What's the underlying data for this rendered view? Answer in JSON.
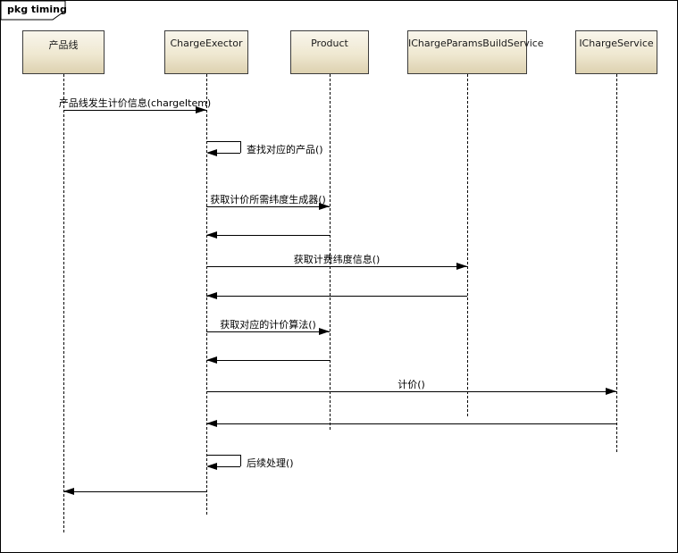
{
  "frame": {
    "label": "pkg timing"
  },
  "lifelines": [
    {
      "name": "产品线"
    },
    {
      "name": "ChargeExector"
    },
    {
      "name": "Product"
    },
    {
      "name": "IChargeParamsBuildService"
    },
    {
      "name": "IChargeService"
    }
  ],
  "messages": [
    {
      "from": "产品线",
      "to": "ChargeExector",
      "label": "产品线发生计价信息(chargeItem)",
      "kind": "call"
    },
    {
      "on": "ChargeExector",
      "label": "查找对应的产品()",
      "kind": "self"
    },
    {
      "from": "ChargeExector",
      "to": "Product",
      "label": "获取计价所需纬度生成器()",
      "kind": "call"
    },
    {
      "from": "Product",
      "to": "ChargeExector",
      "label": "",
      "kind": "return"
    },
    {
      "from": "ChargeExector",
      "to": "IChargeParamsBuildService",
      "label": "获取计费纬度信息()",
      "kind": "call"
    },
    {
      "from": "IChargeParamsBuildService",
      "to": "ChargeExector",
      "label": "",
      "kind": "return"
    },
    {
      "from": "ChargeExector",
      "to": "Product",
      "label": "获取对应的计价算法()",
      "kind": "call"
    },
    {
      "from": "Product",
      "to": "ChargeExector",
      "label": "",
      "kind": "return"
    },
    {
      "from": "ChargeExector",
      "to": "IChargeService",
      "label": "计价()",
      "kind": "call"
    },
    {
      "from": "IChargeService",
      "to": "ChargeExector",
      "label": "",
      "kind": "return"
    },
    {
      "on": "ChargeExector",
      "label": "后续处理()",
      "kind": "self"
    },
    {
      "from": "ChargeExector",
      "to": "产品线",
      "label": "",
      "kind": "return"
    }
  ],
  "colors": {
    "background": "#ffffff",
    "frame_border": "#000000",
    "box_fill_top": "#f9f6ec",
    "box_fill_bottom": "#ddd1b0",
    "box_border": "#3c3c3c",
    "line": "#000000",
    "text": "#000000"
  }
}
